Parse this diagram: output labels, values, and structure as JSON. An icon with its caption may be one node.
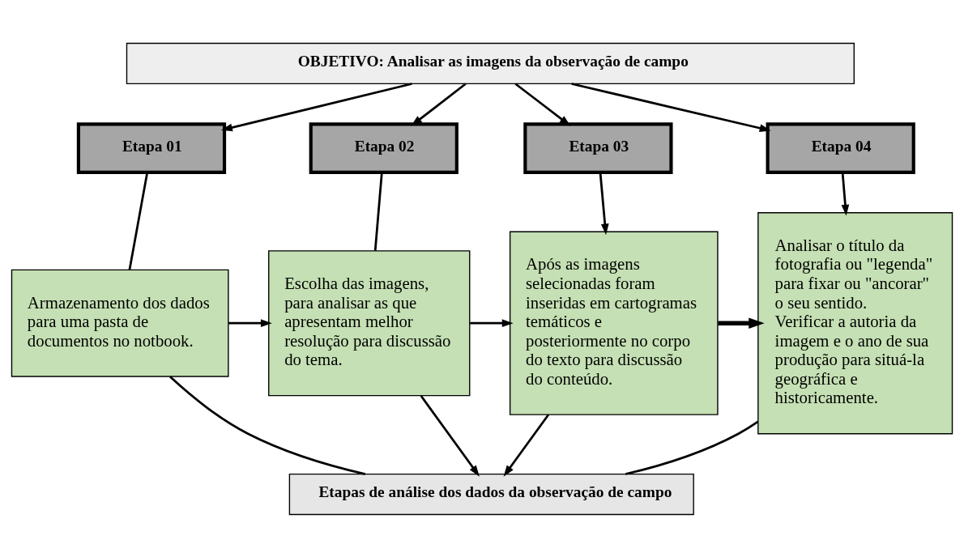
{
  "diagram": {
    "nodes": [
      {
        "text": [
          "OBJETIVO: Analisar as imagens da observação de campo"
        ]
      },
      {
        "text": [
          "Etapa 01"
        ]
      },
      {
        "text": [
          "Etapa 02"
        ]
      },
      {
        "text": [
          "Etapa 03"
        ]
      },
      {
        "text": [
          "Etapa 04"
        ]
      },
      {
        "text": [
          "Armazenamento dos dados para uma pasta de documentos no notbook."
        ]
      },
      {
        "text": [
          "Escolha das imagens, para analisar as que apresentam melhor resolução para discussão do tema."
        ]
      },
      {
        "text": [
          "Após as imagens selecionadas foram inseridas em cartogramas temáticos e posteriormente no corpo do texto para discussão do conteúdo."
        ]
      },
      {
        "text": [
          "Analisar o título da fotografia ou \"legenda\" para fixar ou \"ancorar\" o seu sentido.",
          "Verificar a autoria da imagem e o ano de sua produção para situá-la geográfica e historicamente."
        ]
      },
      {
        "text": [
          "Etapas de análise dos dados da observação de campo"
        ]
      }
    ],
    "edges": [
      {
        "from": 0,
        "to": 1,
        "arrow": "to"
      },
      {
        "from": 0,
        "to": 2,
        "arrow": "to"
      },
      {
        "from": 0,
        "to": 3,
        "arrow": "to"
      },
      {
        "from": 0,
        "to": 4,
        "arrow": "to"
      },
      {
        "from": 1,
        "to": 5,
        "arrow": "none"
      },
      {
        "from": 2,
        "to": 6,
        "arrow": "none"
      },
      {
        "from": 3,
        "to": 7,
        "arrow": "to"
      },
      {
        "from": 4,
        "to": 8,
        "arrow": "to"
      },
      {
        "from": 5,
        "to": 6,
        "arrow": "to"
      },
      {
        "from": 6,
        "to": 7,
        "arrow": "to"
      },
      {
        "from": 7,
        "to": 8,
        "arrow": "to",
        "style": "thick"
      },
      {
        "from": 5,
        "to": 9,
        "arrow": "none"
      },
      {
        "from": 6,
        "to": 9,
        "arrow": "to"
      },
      {
        "from": 7,
        "to": 9,
        "arrow": "to"
      },
      {
        "from": 8,
        "to": 9,
        "arrow": "none"
      }
    ]
  }
}
